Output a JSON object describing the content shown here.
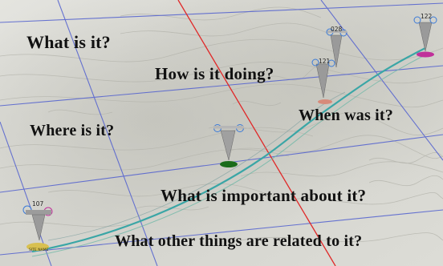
{
  "questions": {
    "what": "What is it?",
    "how": "How is it doing?",
    "when": "When was it?",
    "where": "Where is it?",
    "important": "What is important about it?",
    "related": "What other things are related to it?"
  },
  "markers": {
    "m028": "028",
    "m121": "121",
    "m122": "122",
    "m107": "107",
    "site_label": "SITE NAME"
  },
  "colors": {
    "terrain": "#d9d9d4",
    "contour": "#b8b8b0",
    "grid": "#5a6ad0",
    "highlight_line": "#e02828",
    "stream": "#3aa6a6",
    "marker_green": "#1a6b1a",
    "marker_pink": "#c0309a",
    "marker_gold": "#d8c050"
  },
  "icons": {
    "marker": "map-pin-icon",
    "glyph": "data-glyph-icon"
  }
}
